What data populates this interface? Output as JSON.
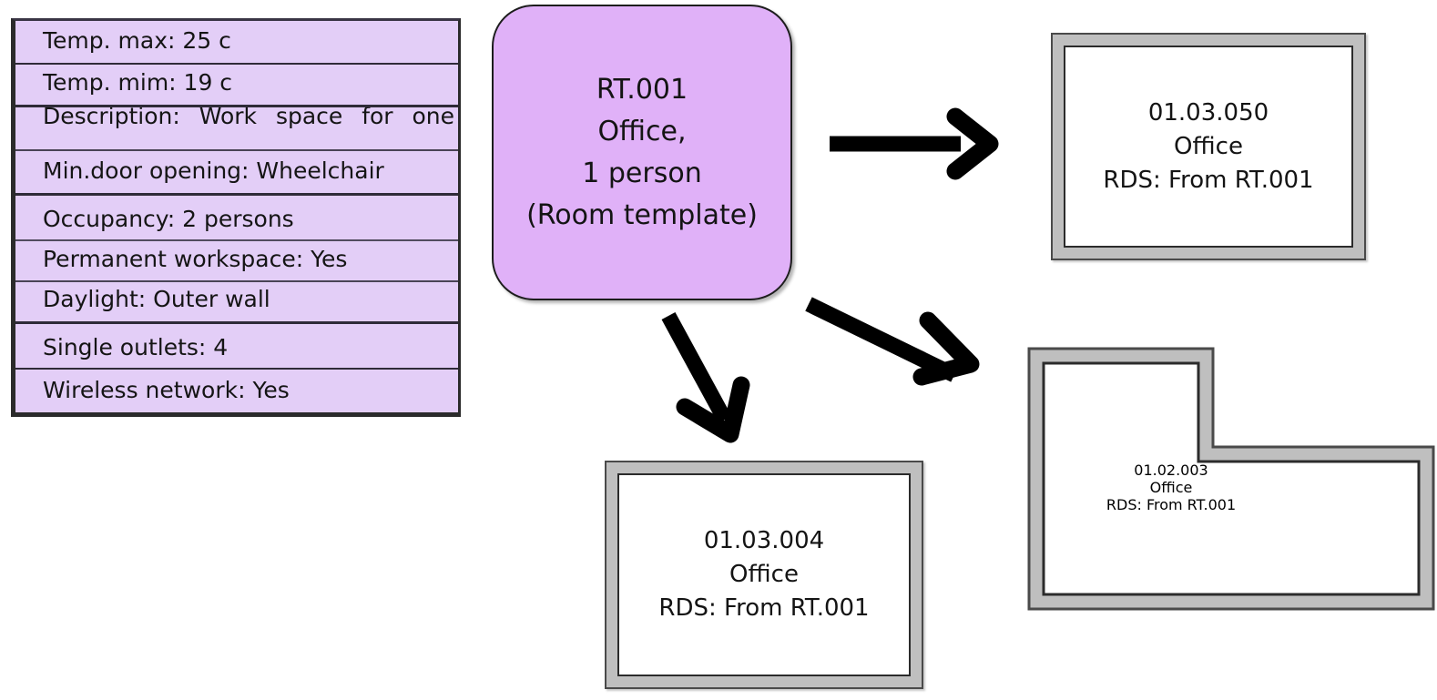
{
  "diagram": {
    "title": "Room template RT.001 and derived room instances",
    "colors": {
      "table_fill": "#e3cef7",
      "template_fill": "#e0b1f8",
      "wall_fill": "#bfbfbf",
      "room_fill": "#ffffff",
      "line": "#000000"
    }
  },
  "property_table": {
    "rows": [
      {
        "label": "Temp. max: 25 c"
      },
      {
        "label": "Temp. mim: 19 c"
      },
      {
        "label": "Description:  Work  space  for  one",
        "justified": true,
        "words": [
          "Description:",
          "Work",
          "space",
          "for",
          "one"
        ]
      },
      {
        "label": "Min.door opening: Wheelchair"
      },
      {
        "label": "Occupancy: 2 persons"
      },
      {
        "label": "Permanent workspace: Yes"
      },
      {
        "label": "Daylight: Outer wall"
      },
      {
        "label": "Single outlets: 4"
      },
      {
        "label": "Wireless network: Yes"
      }
    ]
  },
  "template_node": {
    "lines": [
      "RT.001",
      "Office,",
      "1 person",
      "(Room template)"
    ]
  },
  "rooms": [
    {
      "id": "01.03.050",
      "name": "Office",
      "rds": "RDS: From RT.001",
      "shape": "rectangle",
      "position": "top-right"
    },
    {
      "id": "01.03.004",
      "name": "Office",
      "rds": "RDS: From RT.001",
      "shape": "rectangle",
      "position": "bottom-center"
    },
    {
      "id": "01.02.003",
      "name": "Office",
      "rds": "RDS: From RT.001",
      "shape": "l-shaped",
      "position": "bottom-right"
    }
  ],
  "arrows": [
    {
      "from": "RT.001",
      "to": "01.03.050",
      "direction": "right"
    },
    {
      "from": "RT.001",
      "to": "01.03.004",
      "direction": "down-right-steep"
    },
    {
      "from": "RT.001",
      "to": "01.02.003",
      "direction": "down-right-shallow"
    }
  ]
}
